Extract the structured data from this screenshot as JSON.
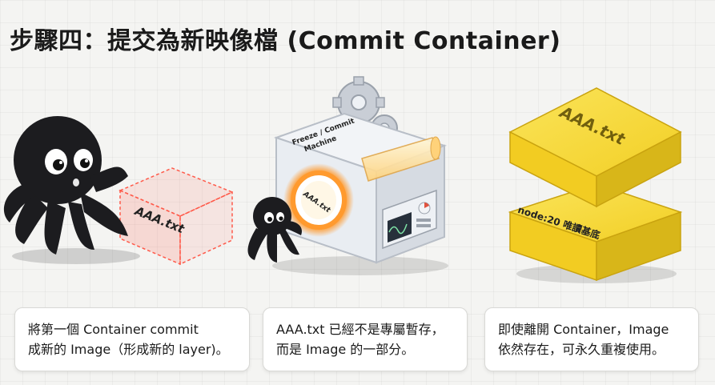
{
  "title": "步驟四：提交為新映像檔 (Commit Container)",
  "illustration": {
    "file_label_left": "AAA.txt",
    "machine_label_line1": "Freeze / Commit",
    "machine_label_line2": "Machine",
    "file_label_porthole": "AAA.txt",
    "file_label_top_layer": "AAA.txt",
    "base_layer_label": "node:20 唯讀基底"
  },
  "captions": [
    {
      "line1": "將第一個 Container commit",
      "line2": "成新的 Image（形成新的 layer)。"
    },
    {
      "line1": "AAA.txt 已經不是專屬暫存，",
      "line2": "而是 Image 的一部分。"
    },
    {
      "line1": "即使離開 Container，Image",
      "line2": "依然存在，可永久重複使用。"
    }
  ],
  "colors": {
    "red_glow": "#ff5a4a",
    "orange_glow": "#ff9a2e",
    "yellow_layer": "#f7d733",
    "yellow_dark": "#d8b619",
    "octopus": "#1c1c1f",
    "machine_body": "#e9edf2"
  }
}
